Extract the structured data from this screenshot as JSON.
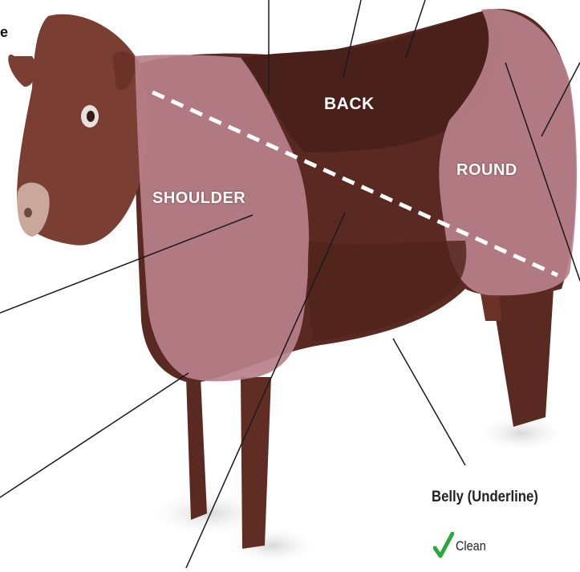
{
  "labels": {
    "top_left_fragment": "e",
    "back": "BACK",
    "round": "ROUND",
    "shoulder": "SHOULDER"
  },
  "belly": {
    "title": "Belly (Underline)",
    "items": [
      "Clean"
    ]
  },
  "colors": {
    "hide_dark": "#5a2a22",
    "hide_mid": "#7a3a30",
    "region_pink": "#b8808a",
    "check_green": "#2aa83a"
  }
}
